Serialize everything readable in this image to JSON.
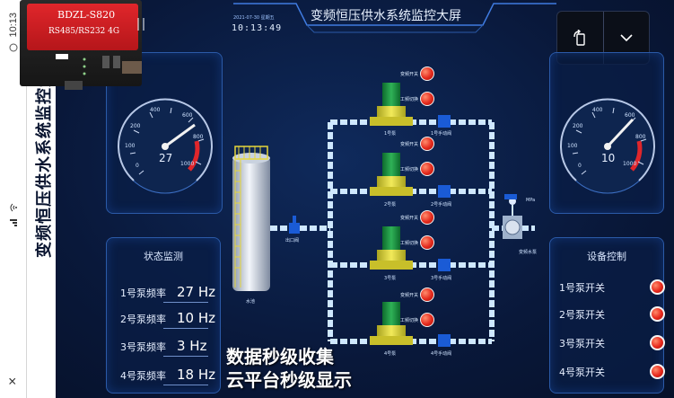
{
  "phone_status": {
    "time": "10:13",
    "close_glyph": "×"
  },
  "side_title": "变频恒压供水系统监控大屏",
  "device": {
    "model": "BDZL-S820",
    "interfaces": "RS485/RS232 4G"
  },
  "header": {
    "title": "变频恒压供水系统监控大屏",
    "date": "2021-07-30 星期五",
    "time": "10:13:49"
  },
  "gauges": {
    "left": {
      "value": "27",
      "ticks": [
        "0",
        "100",
        "200",
        "400",
        "600",
        "800",
        "1000"
      ]
    },
    "right": {
      "value": "10",
      "ticks": [
        "0",
        "100",
        "200",
        "400",
        "600",
        "800",
        "1000"
      ]
    }
  },
  "status_panel": {
    "title": "状态监测",
    "rows": [
      {
        "label": "1号泵频率",
        "value": "27 Hz"
      },
      {
        "label": "2号泵频率",
        "value": "10 Hz"
      },
      {
        "label": "3号泵频率",
        "value": "3 Hz"
      },
      {
        "label": "4号泵频率",
        "value": "18 Hz"
      }
    ]
  },
  "control_panel": {
    "title": "设备控制",
    "rows": [
      {
        "label": "1号泵开关"
      },
      {
        "label": "2号泵开关"
      },
      {
        "label": "3号泵开关"
      },
      {
        "label": "4号泵开关"
      }
    ]
  },
  "schematic": {
    "tank_label": "水池",
    "inlet_valve": "出口阀",
    "outlet_label": "变频水泵",
    "pressure_label": "MPa",
    "pumps": [
      {
        "name": "1号泵",
        "valve": "1号手动阀",
        "switch1": "变频开关",
        "switch2": "工频切换"
      },
      {
        "name": "2号泵",
        "valve": "2号手动阀",
        "switch1": "变频开关",
        "switch2": "工频切换"
      },
      {
        "name": "3号泵",
        "valve": "3号手动阀",
        "switch1": "变频开关",
        "switch2": "工频切换"
      },
      {
        "name": "4号泵",
        "valve": "4号手动阀",
        "switch1": "变频开关",
        "switch2": "工频切换"
      }
    ]
  },
  "caption": {
    "line1": "数据秒级收集",
    "line2": "云平台秒级显示"
  },
  "colors": {
    "background": "#0a1a3a",
    "panel_border": "#2b5aa8",
    "pipe": "#cfe8ff",
    "pump_green": "#1b8f3c",
    "valve_blue": "#1a5bd6",
    "alarm_red": "#e8281c",
    "gauge_red": "#e0262b"
  }
}
